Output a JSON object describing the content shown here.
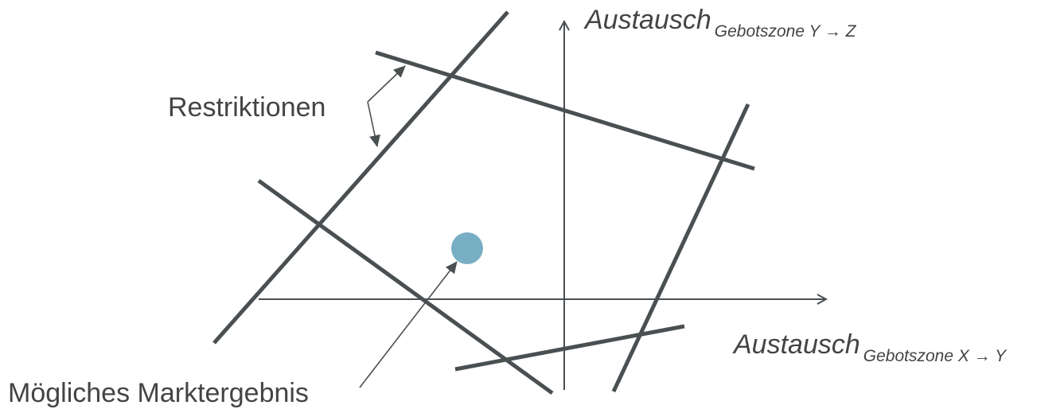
{
  "diagram": {
    "y_axis": {
      "main": "Austausch",
      "sub": "Gebotszone Y → Z"
    },
    "x_axis": {
      "main": "Austausch",
      "sub": "Gebotszone X → Y"
    },
    "restrictions_label": "Restriktionen",
    "market_result_label": "Mögliches Marktergebnis",
    "colors": {
      "lines": "#4a4f52",
      "point": "#78aec4",
      "text": "#444444"
    }
  }
}
